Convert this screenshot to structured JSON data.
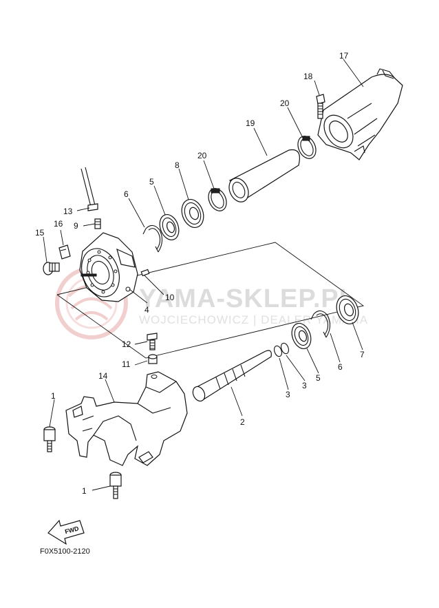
{
  "watermark": {
    "title": "YAMA-SKLEP.PL",
    "subtitle": "WOJCIECHOWICZ | DEALER YAMAHA",
    "logo_color": "#e8a8a8"
  },
  "fwd_label": "FWD",
  "diagram_code": "F0X5100-2120",
  "parts": {
    "p1a": "1",
    "p1b": "1",
    "p2": "2",
    "p3a": "3",
    "p3b": "3",
    "p4": "4",
    "p5a": "5",
    "p5b": "5",
    "p6a": "6",
    "p6b": "6",
    "p7": "7",
    "p8": "8",
    "p9": "9",
    "p10": "10",
    "p11": "11",
    "p12": "12",
    "p13": "13",
    "p14": "14",
    "p15": "15",
    "p16": "16",
    "p17": "17",
    "p18": "18",
    "p19": "19",
    "p20a": "20",
    "p20b": "20"
  }
}
